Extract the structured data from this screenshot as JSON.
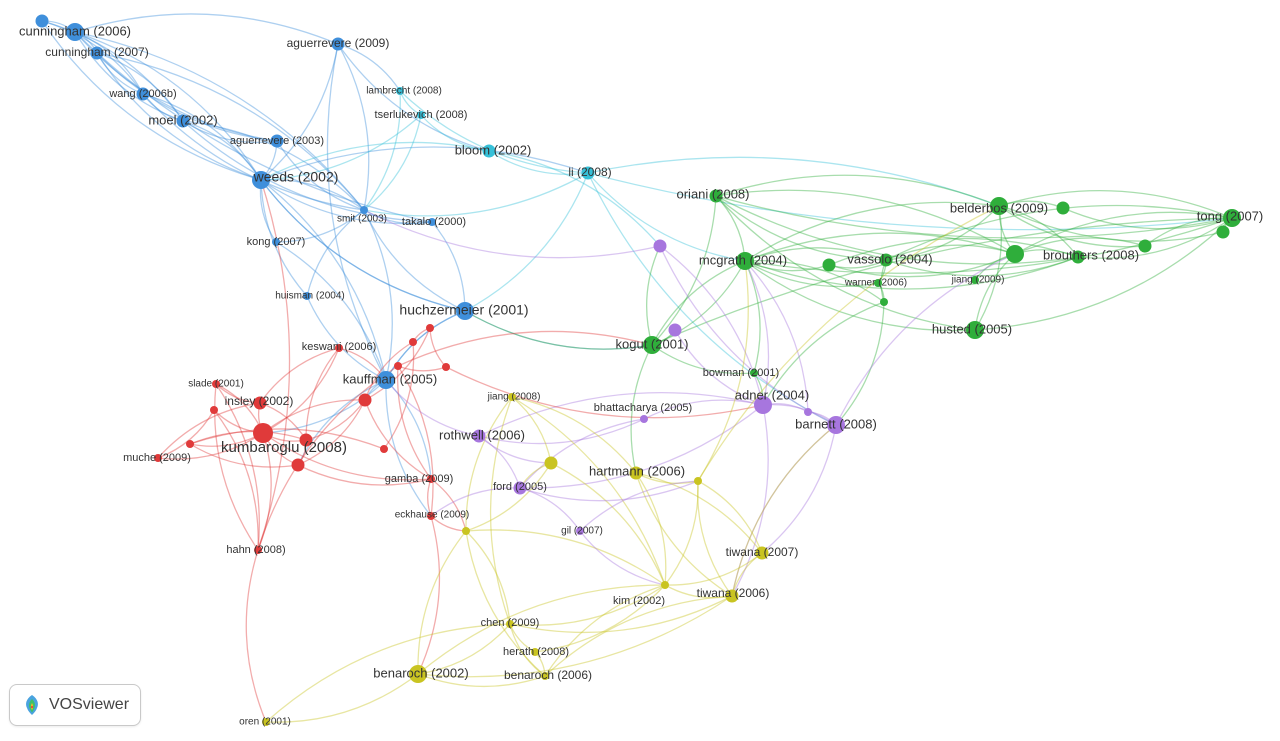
{
  "app": {
    "name": "VOSviewer"
  },
  "colors": {
    "blue": "#3f8fdb",
    "cyan": "#36c0d8",
    "green": "#2fae3b",
    "red": "#e03a3a",
    "purple": "#a776de",
    "yellow": "#c9c421"
  },
  "nodes": [
    {
      "id": "n1",
      "label": "cunningham (2006)",
      "cluster": "blue",
      "weight": 3
    },
    {
      "id": "n2",
      "label": "cunningham (2007)",
      "cluster": "blue",
      "weight": 2
    },
    {
      "id": "n3",
      "label": "",
      "cluster": "blue",
      "weight": 2
    },
    {
      "id": "n4",
      "label": "aguerrevere (2009)",
      "cluster": "blue",
      "weight": 2
    },
    {
      "id": "n5",
      "label": "lambrecht (2008)",
      "cluster": "cyan",
      "weight": 1
    },
    {
      "id": "n6",
      "label": "tserlukevich (2008)",
      "cluster": "cyan",
      "weight": 1
    },
    {
      "id": "n7",
      "label": "wang (2006b)",
      "cluster": "blue",
      "weight": 2
    },
    {
      "id": "n8",
      "label": "moel (2002)",
      "cluster": "blue",
      "weight": 2
    },
    {
      "id": "n9",
      "label": "aguerrevere (2003)",
      "cluster": "blue",
      "weight": 2
    },
    {
      "id": "n10",
      "label": "bloom (2002)",
      "cluster": "cyan",
      "weight": 2
    },
    {
      "id": "n11",
      "label": "li (2008)",
      "cluster": "cyan",
      "weight": 2
    },
    {
      "id": "n12",
      "label": "weeds (2002)",
      "cluster": "blue",
      "weight": 3
    },
    {
      "id": "n13",
      "label": "smit (2003)",
      "cluster": "blue",
      "weight": 1
    },
    {
      "id": "n14",
      "label": "takalo (2000)",
      "cluster": "blue",
      "weight": 1
    },
    {
      "id": "n15",
      "label": "kong (2007)",
      "cluster": "blue",
      "weight": 1
    },
    {
      "id": "n16",
      "label": "huisman (2004)",
      "cluster": "blue",
      "weight": 1
    },
    {
      "id": "n17",
      "label": "huchzermeier (2001)",
      "cluster": "blue",
      "weight": 3
    },
    {
      "id": "n18",
      "label": "oriani (2008)",
      "cluster": "green",
      "weight": 2
    },
    {
      "id": "n19",
      "label": "belderbos (2009)",
      "cluster": "green",
      "weight": 3
    },
    {
      "id": "n20",
      "label": "tong (2007)",
      "cluster": "green",
      "weight": 3
    },
    {
      "id": "n21",
      "label": "",
      "cluster": "green",
      "weight": 2
    },
    {
      "id": "n22",
      "label": "",
      "cluster": "green",
      "weight": 2
    },
    {
      "id": "n23",
      "label": "mcgrath (2004)",
      "cluster": "green",
      "weight": 3
    },
    {
      "id": "n24",
      "label": "vassolo (2004)",
      "cluster": "green",
      "weight": 2
    },
    {
      "id": "n25",
      "label": "",
      "cluster": "green",
      "weight": 2
    },
    {
      "id": "n26",
      "label": "brouthers (2008)",
      "cluster": "green",
      "weight": 3
    },
    {
      "id": "n27",
      "label": "",
      "cluster": "green",
      "weight": 2
    },
    {
      "id": "n28",
      "label": "",
      "cluster": "green",
      "weight": 2
    },
    {
      "id": "n29",
      "label": "jiang (2009)",
      "cluster": "green",
      "weight": 1
    },
    {
      "id": "n30",
      "label": "warner (2006)",
      "cluster": "green",
      "weight": 1
    },
    {
      "id": "n31",
      "label": "",
      "cluster": "green",
      "weight": 1
    },
    {
      "id": "n32",
      "label": "husted (2005)",
      "cluster": "green",
      "weight": 3
    },
    {
      "id": "n33",
      "label": "kogut (2001)",
      "cluster": "green",
      "weight": 3
    },
    {
      "id": "n34",
      "label": "",
      "cluster": "purple",
      "weight": 2
    },
    {
      "id": "n35",
      "label": "",
      "cluster": "purple",
      "weight": 2
    },
    {
      "id": "n36",
      "label": "bowman (2001)",
      "cluster": "green",
      "weight": 1
    },
    {
      "id": "n37",
      "label": "adner (2004)",
      "cluster": "purple",
      "weight": 3
    },
    {
      "id": "n38",
      "label": "barnett (2008)",
      "cluster": "purple",
      "weight": 3
    },
    {
      "id": "n39",
      "label": "bhattacharya (2005)",
      "cluster": "purple",
      "weight": 1
    },
    {
      "id": "n40",
      "label": "",
      "cluster": "purple",
      "weight": 1
    },
    {
      "id": "n41",
      "label": "keswani (2006)",
      "cluster": "red",
      "weight": 1
    },
    {
      "id": "n42",
      "label": "kauffman (2005)",
      "cluster": "blue",
      "weight": 3
    },
    {
      "id": "n43",
      "label": "slade (2001)",
      "cluster": "red",
      "weight": 1
    },
    {
      "id": "n44",
      "label": "insley (2002)",
      "cluster": "red",
      "weight": 2
    },
    {
      "id": "n45",
      "label": "kumbaroglu (2008)",
      "cluster": "red",
      "weight": 4
    },
    {
      "id": "n46",
      "label": "muche (2009)",
      "cluster": "red",
      "weight": 1
    },
    {
      "id": "n47",
      "label": "",
      "cluster": "red",
      "weight": 2
    },
    {
      "id": "n48",
      "label": "",
      "cluster": "red",
      "weight": 2
    },
    {
      "id": "n49",
      "label": "",
      "cluster": "red",
      "weight": 2
    },
    {
      "id": "n50",
      "label": "",
      "cluster": "red",
      "weight": 1
    },
    {
      "id": "n51",
      "label": "",
      "cluster": "red",
      "weight": 1
    },
    {
      "id": "n52",
      "label": "",
      "cluster": "red",
      "weight": 1
    },
    {
      "id": "n53",
      "label": "",
      "cluster": "red",
      "weight": 1
    },
    {
      "id": "n54",
      "label": "",
      "cluster": "red",
      "weight": 1
    },
    {
      "id": "n55",
      "label": "",
      "cluster": "red",
      "weight": 1
    },
    {
      "id": "n56",
      "label": "gamba (2009)",
      "cluster": "red",
      "weight": 1
    },
    {
      "id": "n57",
      "label": "eckhause (2009)",
      "cluster": "red",
      "weight": 1
    },
    {
      "id": "n58",
      "label": "hahn (2008)",
      "cluster": "red",
      "weight": 1
    },
    {
      "id": "n59",
      "label": "",
      "cluster": "red",
      "weight": 1
    },
    {
      "id": "n60",
      "label": "jiang (2008)",
      "cluster": "yellow",
      "weight": 1
    },
    {
      "id": "n61",
      "label": "rothwell (2006)",
      "cluster": "purple",
      "weight": 2
    },
    {
      "id": "n62",
      "label": "",
      "cluster": "yellow",
      "weight": 2
    },
    {
      "id": "n63",
      "label": "hartmann (2006)",
      "cluster": "yellow",
      "weight": 2
    },
    {
      "id": "n64",
      "label": "",
      "cluster": "yellow",
      "weight": 1
    },
    {
      "id": "n65",
      "label": "ford (2005)",
      "cluster": "purple",
      "weight": 2
    },
    {
      "id": "n66",
      "label": "gil (2007)",
      "cluster": "purple",
      "weight": 1
    },
    {
      "id": "n67",
      "label": "",
      "cluster": "yellow",
      "weight": 1
    },
    {
      "id": "n68",
      "label": "tiwana (2007)",
      "cluster": "yellow",
      "weight": 2
    },
    {
      "id": "n69",
      "label": "kim (2002)",
      "cluster": "yellow",
      "weight": 1
    },
    {
      "id": "n70",
      "label": "tiwana (2006)",
      "cluster": "yellow",
      "weight": 2
    },
    {
      "id": "n71",
      "label": "chen (2009)",
      "cluster": "yellow",
      "weight": 1
    },
    {
      "id": "n72",
      "label": "herath (2008)",
      "cluster": "yellow",
      "weight": 1
    },
    {
      "id": "n73",
      "label": "benaroch (2002)",
      "cluster": "yellow",
      "weight": 3
    },
    {
      "id": "n74",
      "label": "benaroch (2006)",
      "cluster": "yellow",
      "weight": 1
    },
    {
      "id": "n75",
      "label": "oren (2001)",
      "cluster": "yellow",
      "weight": 1
    }
  ],
  "links": [
    [
      "n1",
      "n2"
    ],
    [
      "n1",
      "n3"
    ],
    [
      "n1",
      "n7"
    ],
    [
      "n1",
      "n8"
    ],
    [
      "n1",
      "n12"
    ],
    [
      "n1",
      "n9"
    ],
    [
      "n1",
      "n13"
    ],
    [
      "n1",
      "n14"
    ],
    [
      "n1",
      "n4"
    ],
    [
      "n2",
      "n7"
    ],
    [
      "n2",
      "n8"
    ],
    [
      "n2",
      "n12"
    ],
    [
      "n2",
      "n13"
    ],
    [
      "n2",
      "n9"
    ],
    [
      "n3",
      "n8"
    ],
    [
      "n3",
      "n12"
    ],
    [
      "n3",
      "n7"
    ],
    [
      "n7",
      "n8"
    ],
    [
      "n7",
      "n12"
    ],
    [
      "n7",
      "n13"
    ],
    [
      "n8",
      "n12"
    ],
    [
      "n8",
      "n9"
    ],
    [
      "n8",
      "n13"
    ],
    [
      "n8",
      "n14"
    ],
    [
      "n9",
      "n12"
    ],
    [
      "n9",
      "n13"
    ],
    [
      "n12",
      "n13"
    ],
    [
      "n12",
      "n14"
    ],
    [
      "n12",
      "n42"
    ],
    [
      "n12",
      "n17"
    ],
    [
      "n12",
      "n11"
    ],
    [
      "n13",
      "n14"
    ],
    [
      "n13",
      "n42"
    ],
    [
      "n13",
      "n16"
    ],
    [
      "n4",
      "n13"
    ],
    [
      "n4",
      "n10"
    ],
    [
      "n4",
      "n5"
    ],
    [
      "n4",
      "n42"
    ],
    [
      "n4",
      "n12"
    ],
    [
      "n5",
      "n6"
    ],
    [
      "n5",
      "n13"
    ],
    [
      "n5",
      "n11"
    ],
    [
      "n6",
      "n13"
    ],
    [
      "n6",
      "n10"
    ],
    [
      "n6",
      "n12"
    ],
    [
      "n10",
      "n11"
    ],
    [
      "n10",
      "n34"
    ],
    [
      "n10",
      "n12"
    ],
    [
      "n11",
      "n17"
    ],
    [
      "n11",
      "n38"
    ],
    [
      "n11",
      "n13"
    ],
    [
      "n11",
      "n20"
    ],
    [
      "n11",
      "n19"
    ],
    [
      "n11",
      "n23"
    ],
    [
      "n15",
      "n12"
    ],
    [
      "n15",
      "n13"
    ],
    [
      "n15",
      "n42"
    ],
    [
      "n16",
      "n42"
    ],
    [
      "n16",
      "n12"
    ],
    [
      "n17",
      "n42"
    ],
    [
      "n17",
      "n13"
    ],
    [
      "n17",
      "n14"
    ],
    [
      "n17",
      "n12"
    ],
    [
      "n17",
      "n33"
    ],
    [
      "n18",
      "n19"
    ],
    [
      "n18",
      "n20"
    ],
    [
      "n18",
      "n23"
    ],
    [
      "n18",
      "n24"
    ],
    [
      "n18",
      "n26"
    ],
    [
      "n18",
      "n27"
    ],
    [
      "n18",
      "n33"
    ],
    [
      "n18",
      "n32"
    ],
    [
      "n19",
      "n20"
    ],
    [
      "n19",
      "n21"
    ],
    [
      "n19",
      "n22"
    ],
    [
      "n19",
      "n23"
    ],
    [
      "n19",
      "n24"
    ],
    [
      "n19",
      "n26"
    ],
    [
      "n19",
      "n27"
    ],
    [
      "n19",
      "n28"
    ],
    [
      "n19",
      "n32"
    ],
    [
      "n20",
      "n21"
    ],
    [
      "n20",
      "n22"
    ],
    [
      "n20",
      "n26"
    ],
    [
      "n20",
      "n23"
    ],
    [
      "n20",
      "n24"
    ],
    [
      "n20",
      "n27"
    ],
    [
      "n20",
      "n28"
    ],
    [
      "n20",
      "n32"
    ],
    [
      "n20",
      "n33"
    ],
    [
      "n23",
      "n24"
    ],
    [
      "n23",
      "n25"
    ],
    [
      "n23",
      "n26"
    ],
    [
      "n23",
      "n27"
    ],
    [
      "n23",
      "n33"
    ],
    [
      "n23",
      "n30"
    ],
    [
      "n23",
      "n31"
    ],
    [
      "n23",
      "n32"
    ],
    [
      "n24",
      "n26"
    ],
    [
      "n24",
      "n27"
    ],
    [
      "n24",
      "n25"
    ],
    [
      "n24",
      "n31"
    ],
    [
      "n26",
      "n27"
    ],
    [
      "n26",
      "n32"
    ],
    [
      "n26",
      "n28"
    ],
    [
      "n26",
      "n29"
    ],
    [
      "n25",
      "n27"
    ],
    [
      "n25",
      "n26"
    ],
    [
      "n30",
      "n31"
    ],
    [
      "n30",
      "n24"
    ],
    [
      "n31",
      "n38"
    ],
    [
      "n31",
      "n37"
    ],
    [
      "n33",
      "n23"
    ],
    [
      "n33",
      "n36"
    ],
    [
      "n33",
      "n17"
    ],
    [
      "n33",
      "n35"
    ],
    [
      "n33",
      "n34"
    ],
    [
      "n33",
      "n63"
    ],
    [
      "n34",
      "n37"
    ],
    [
      "n34",
      "n38"
    ],
    [
      "n34",
      "n13"
    ],
    [
      "n35",
      "n37"
    ],
    [
      "n36",
      "n37"
    ],
    [
      "n36",
      "n23"
    ],
    [
      "n37",
      "n38"
    ],
    [
      "n37",
      "n39"
    ],
    [
      "n37",
      "n40"
    ],
    [
      "n37",
      "n61"
    ],
    [
      "n37",
      "n65"
    ],
    [
      "n37",
      "n23"
    ],
    [
      "n37",
      "n70"
    ],
    [
      "n38",
      "n40"
    ],
    [
      "n38",
      "n26"
    ],
    [
      "n38",
      "n70"
    ],
    [
      "n38",
      "n68"
    ],
    [
      "n39",
      "n65"
    ],
    [
      "n39",
      "n61"
    ],
    [
      "n40",
      "n23"
    ],
    [
      "n41",
      "n45"
    ],
    [
      "n41",
      "n44"
    ],
    [
      "n41",
      "n42"
    ],
    [
      "n41",
      "n47"
    ],
    [
      "n42",
      "n45"
    ],
    [
      "n42",
      "n48"
    ],
    [
      "n42",
      "n17"
    ],
    [
      "n42",
      "n57"
    ],
    [
      "n42",
      "n56"
    ],
    [
      "n42",
      "n49"
    ],
    [
      "n43",
      "n45"
    ],
    [
      "n43",
      "n44"
    ],
    [
      "n43",
      "n58"
    ],
    [
      "n44",
      "n45"
    ],
    [
      "n44",
      "n47"
    ],
    [
      "n44",
      "n46"
    ],
    [
      "n45",
      "n46"
    ],
    [
      "n45",
      "n47"
    ],
    [
      "n45",
      "n48"
    ],
    [
      "n45",
      "n49"
    ],
    [
      "n45",
      "n58"
    ],
    [
      "n45",
      "n56"
    ],
    [
      "n45",
      "n50"
    ],
    [
      "n47",
      "n48"
    ],
    [
      "n47",
      "n49"
    ],
    [
      "n47",
      "n50"
    ],
    [
      "n48",
      "n49"
    ],
    [
      "n48",
      "n56"
    ],
    [
      "n48",
      "n52"
    ],
    [
      "n48",
      "n53"
    ],
    [
      "n49",
      "n50"
    ],
    [
      "n49",
      "n56"
    ],
    [
      "n50",
      "n51"
    ],
    [
      "n51",
      "n52"
    ],
    [
      "n52",
      "n53"
    ],
    [
      "n53",
      "n54"
    ],
    [
      "n54",
      "n55"
    ],
    [
      "n55",
      "n56"
    ],
    [
      "n55",
      "n57"
    ],
    [
      "n56",
      "n57"
    ],
    [
      "n56",
      "n64"
    ],
    [
      "n57",
      "n64"
    ],
    [
      "n57",
      "n73"
    ],
    [
      "n58",
      "n59"
    ],
    [
      "n58",
      "n55"
    ],
    [
      "n58",
      "n75"
    ],
    [
      "n58",
      "n43"
    ],
    [
      "n58",
      "n12"
    ],
    [
      "n59",
      "n46"
    ],
    [
      "n59",
      "n45"
    ],
    [
      "n55",
      "n33"
    ],
    [
      "n54",
      "n37"
    ],
    [
      "n60",
      "n62"
    ],
    [
      "n60",
      "n64"
    ],
    [
      "n60",
      "n69"
    ],
    [
      "n60",
      "n71"
    ],
    [
      "n61",
      "n65"
    ],
    [
      "n61",
      "n62"
    ],
    [
      "n62",
      "n64"
    ],
    [
      "n62",
      "n65"
    ],
    [
      "n62",
      "n69"
    ],
    [
      "n63",
      "n67"
    ],
    [
      "n63",
      "n68"
    ],
    [
      "n63",
      "n70"
    ],
    [
      "n63",
      "n69"
    ],
    [
      "n63",
      "n60"
    ],
    [
      "n64",
      "n71"
    ],
    [
      "n64",
      "n73"
    ],
    [
      "n64",
      "n69"
    ],
    [
      "n64",
      "n74"
    ],
    [
      "n65",
      "n66"
    ],
    [
      "n65",
      "n67"
    ],
    [
      "n66",
      "n67"
    ],
    [
      "n66",
      "n69"
    ],
    [
      "n67",
      "n68"
    ],
    [
      "n67",
      "n70"
    ],
    [
      "n67",
      "n69"
    ],
    [
      "n68",
      "n70"
    ],
    [
      "n68",
      "n69"
    ],
    [
      "n69",
      "n70"
    ],
    [
      "n69",
      "n71"
    ],
    [
      "n69",
      "n73"
    ],
    [
      "n70",
      "n71"
    ],
    [
      "n70",
      "n74"
    ],
    [
      "n70",
      "n38"
    ],
    [
      "n71",
      "n72"
    ],
    [
      "n71",
      "n73"
    ],
    [
      "n71",
      "n74"
    ],
    [
      "n72",
      "n74"
    ],
    [
      "n73",
      "n74"
    ],
    [
      "n73",
      "n75"
    ],
    [
      "n73",
      "n70"
    ],
    [
      "n74",
      "n69"
    ],
    [
      "n67",
      "n23"
    ],
    [
      "n67",
      "n19"
    ],
    [
      "n65",
      "n57"
    ],
    [
      "n61",
      "n42"
    ],
    [
      "n72",
      "n69"
    ],
    [
      "n75",
      "n71"
    ]
  ]
}
